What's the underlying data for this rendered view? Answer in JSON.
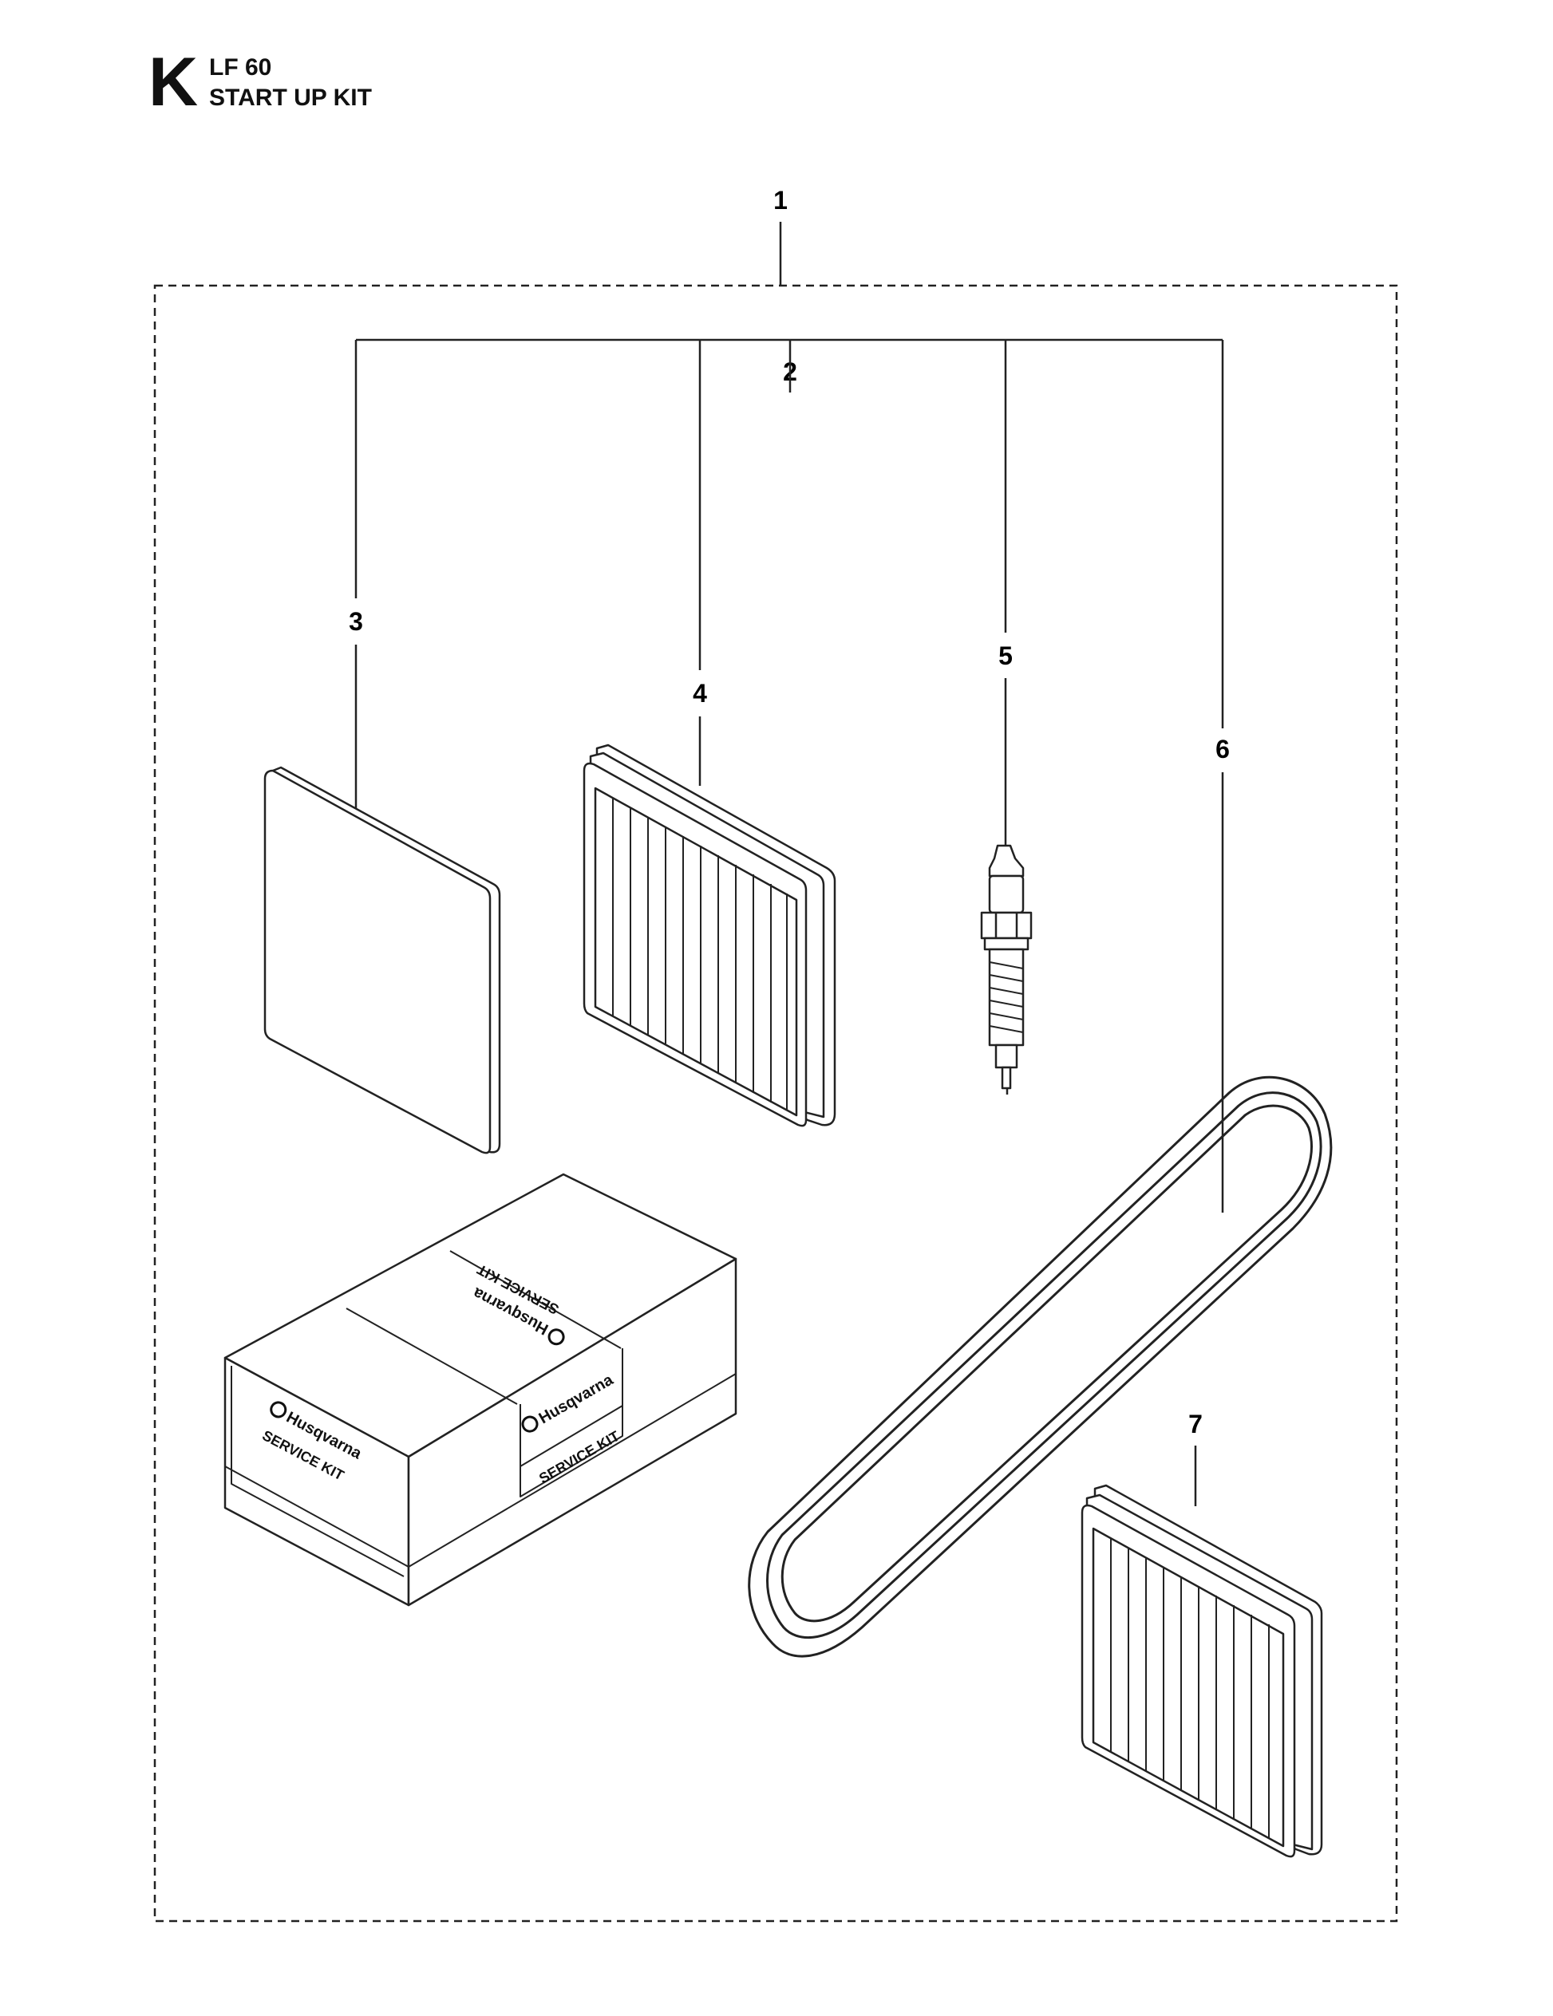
{
  "header": {
    "section_letter": "K",
    "model": "LF 60",
    "title": "START UP KIT"
  },
  "callouts": [
    {
      "id": "1",
      "label": "1"
    },
    {
      "id": "2",
      "label": "2"
    },
    {
      "id": "3",
      "label": "3"
    },
    {
      "id": "4",
      "label": "4"
    },
    {
      "id": "5",
      "label": "5"
    },
    {
      "id": "6",
      "label": "6"
    },
    {
      "id": "7",
      "label": "7"
    }
  ],
  "parts_text": {
    "box_brand_front": "Husqvarna",
    "box_brand_top": "Husqvarna",
    "box_brand_top_mirrored": "Husqvarna",
    "box_label_front": "SERVICE KIT",
    "box_label_side": "SERVICE KIT",
    "box_label_top": "SERVICE KIT"
  },
  "icons": [
    "husqvarna-logo-icon"
  ]
}
